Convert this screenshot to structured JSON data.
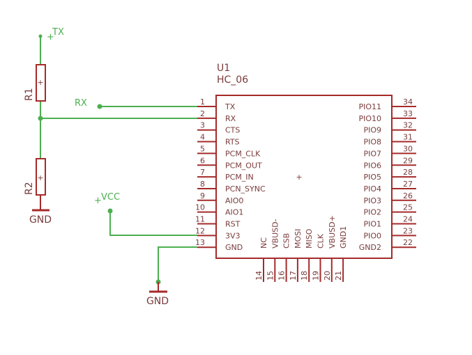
{
  "component": {
    "ref": "U1",
    "value": "HC_06",
    "left_pins": [
      {
        "num": "1",
        "name": "TX"
      },
      {
        "num": "2",
        "name": "RX"
      },
      {
        "num": "3",
        "name": "CTS"
      },
      {
        "num": "4",
        "name": "RTS"
      },
      {
        "num": "5",
        "name": "PCM_CLK"
      },
      {
        "num": "6",
        "name": "PCM_OUT"
      },
      {
        "num": "7",
        "name": "PCM_IN"
      },
      {
        "num": "8",
        "name": "PCN_SYNC"
      },
      {
        "num": "9",
        "name": "AIO0"
      },
      {
        "num": "10",
        "name": "AIO1"
      },
      {
        "num": "11",
        "name": "RST"
      },
      {
        "num": "12",
        "name": "3V3"
      },
      {
        "num": "13",
        "name": "GND"
      }
    ],
    "right_pins": [
      {
        "num": "34",
        "name": "PIO11"
      },
      {
        "num": "33",
        "name": "PIO10"
      },
      {
        "num": "32",
        "name": "PIO9"
      },
      {
        "num": "31",
        "name": "PIO8"
      },
      {
        "num": "30",
        "name": "PIO7"
      },
      {
        "num": "29",
        "name": "PIO6"
      },
      {
        "num": "28",
        "name": "PIO5"
      },
      {
        "num": "27",
        "name": "PIO4"
      },
      {
        "num": "26",
        "name": "PIO3"
      },
      {
        "num": "25",
        "name": "PIO2"
      },
      {
        "num": "24",
        "name": "PIO1"
      },
      {
        "num": "23",
        "name": "PIO0"
      },
      {
        "num": "22",
        "name": "GND2"
      }
    ],
    "bottom_pins": [
      {
        "num": "14",
        "name": "NC"
      },
      {
        "num": "15",
        "name": "VBUSD-"
      },
      {
        "num": "16",
        "name": "CSB"
      },
      {
        "num": "17",
        "name": "MOSI"
      },
      {
        "num": "18",
        "name": "MISO"
      },
      {
        "num": "19",
        "name": "CLK"
      },
      {
        "num": "20",
        "name": "VBUSD+"
      },
      {
        "num": "21",
        "name": "GND1"
      }
    ]
  },
  "resistors": [
    {
      "ref": "R1"
    },
    {
      "ref": "R2"
    }
  ],
  "nets": {
    "tx": "TX",
    "rx": "RX",
    "vcc": "VCC",
    "gnd_r2": "GND",
    "gnd_u1": "GND"
  },
  "colors": {
    "component": "#a52a2a",
    "wire": "#4caf50",
    "label": "#7a3b3b",
    "background": "#ffffff"
  }
}
